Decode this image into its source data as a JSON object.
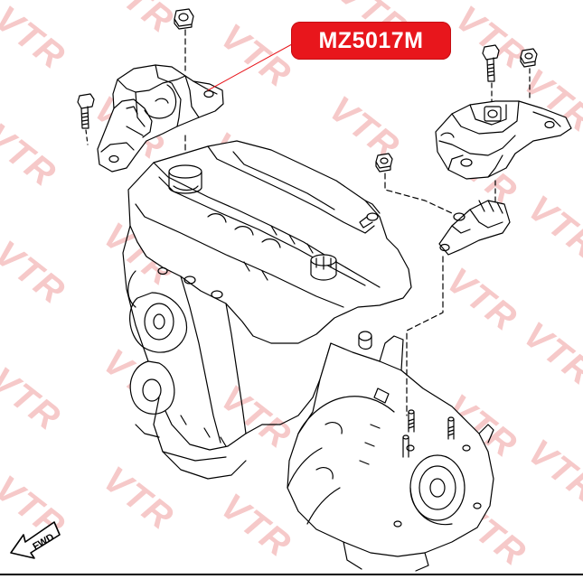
{
  "watermark": {
    "text": "VTR",
    "color": "#f6c9c9"
  },
  "callout": {
    "part_number": "MZ5017M",
    "background": "#e8161c",
    "text_color": "#ffffff"
  },
  "direction_arrow": {
    "label": "FWD",
    "icon": "arrow-left-down-icon"
  },
  "diagram": {
    "subject": "engine-and-transmission-mount-exploded-view",
    "line_color": "#000000"
  }
}
